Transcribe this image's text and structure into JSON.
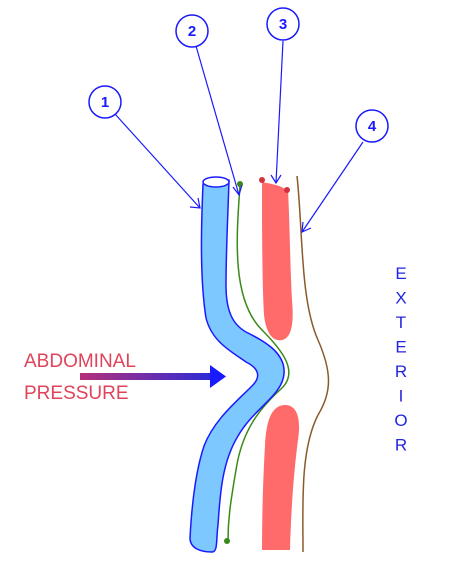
{
  "callouts": [
    {
      "number": "1"
    },
    {
      "number": "2"
    },
    {
      "number": "3"
    },
    {
      "number": "4"
    }
  ],
  "labels": {
    "pressure_line1": "ABDOMINAL",
    "pressure_line2": "PRESSURE",
    "exterior_letters": [
      "E",
      "X",
      "T",
      "E",
      "R",
      "I",
      "O",
      "R"
    ]
  },
  "colors": {
    "callout": "#1a1aff",
    "tube_fill": "#7cc8ff",
    "tube_stroke": "#1a1aff",
    "muscle_fill": "#ff6b6b",
    "green_layer": "#3a8a1a",
    "brown_layer": "#8b5a2b",
    "pressure_text": "#e0435a",
    "arrow": "#1a1aff",
    "exterior_text": "#2424e0"
  }
}
